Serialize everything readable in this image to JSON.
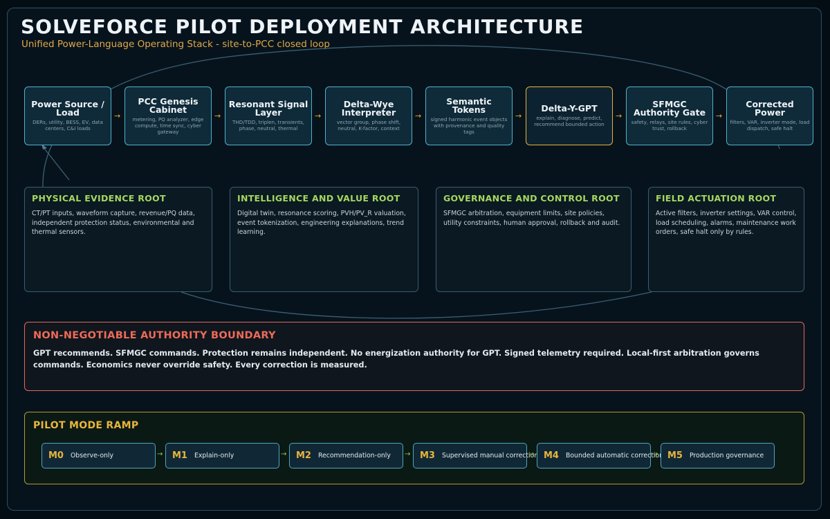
{
  "header": {
    "title": "SOLVEFORCE PILOT DEPLOYMENT ARCHITECTURE",
    "subtitle": "Unified Power-Language Operating Stack - site-to-PCC closed loop"
  },
  "pipeline": [
    {
      "title": "Power Source / Load",
      "desc": "DERs, utility, BESS, EV, data centers, C&I loads"
    },
    {
      "title": "PCC Genesis Cabinet",
      "desc": "metering, PQ analyzer, edge compute, time sync, cyber gateway"
    },
    {
      "title": "Resonant Signal Layer",
      "desc": "THD/TDD, triplen, transients, phase, neutral, thermal"
    },
    {
      "title": "Delta-Wye Interpreter",
      "desc": "vector group, phase shift, neutral, K-factor, context"
    },
    {
      "title": "Semantic Tokens",
      "desc": "signed harmonic event objects with provenance and quality tags"
    },
    {
      "title": "Delta-Y-GPT",
      "desc": "explain, diagnose, predict, recommend bounded action"
    },
    {
      "title": "SFMGC Authority Gate",
      "desc": "safety, relays, site rules, cyber trust, rollback"
    },
    {
      "title": "Corrected Power",
      "desc": "filters, VAR, inverter mode, load dispatch, safe halt"
    }
  ],
  "roots": [
    {
      "title": "PHYSICAL EVIDENCE ROOT",
      "desc": "CT/PT inputs, waveform capture, revenue/PQ data, independent protection status, environmental and thermal sensors."
    },
    {
      "title": "INTELLIGENCE AND VALUE ROOT",
      "desc": "Digital twin, resonance scoring, PVH/PV_R valuation, event tokenization, engineering explanations, trend learning."
    },
    {
      "title": "GOVERNANCE AND CONTROL ROOT",
      "desc": "SFMGC arbitration, equipment limits, site policies, utility constraints, human approval, rollback and audit."
    },
    {
      "title": "FIELD ACTUATION ROOT",
      "desc": "Active filters, inverter settings, VAR control, load scheduling, alarms, maintenance work orders, safe halt only by rules."
    }
  ],
  "boundary": {
    "title": "NON-NEGOTIABLE AUTHORITY BOUNDARY",
    "text": "GPT recommends. SFMGC commands. Protection remains independent. No energization authority for GPT. Signed telemetry required. Local-first arbitration governs commands. Economics never override safety. Every correction is measured."
  },
  "ramp": {
    "title": "PILOT MODE RAMP",
    "modes": [
      {
        "code": "M0",
        "label": "Observe-only"
      },
      {
        "code": "M1",
        "label": "Explain-only"
      },
      {
        "code": "M2",
        "label": "Recommendation-only"
      },
      {
        "code": "M3",
        "label": "Supervised manual correction"
      },
      {
        "code": "M4",
        "label": "Bounded automatic correction"
      },
      {
        "code": "M5",
        "label": "Production governance"
      }
    ]
  },
  "colors": {
    "background": "#07131c",
    "stage_border": "#4fb3cf",
    "highlight_border": "#e9b53c",
    "root_title": "#a5d75f",
    "boundary_accent": "#ee6a58",
    "ramp_accent": "#e9b53c",
    "flow_arrow": "#e9a93a",
    "ramp_arrow": "#8cd548"
  }
}
